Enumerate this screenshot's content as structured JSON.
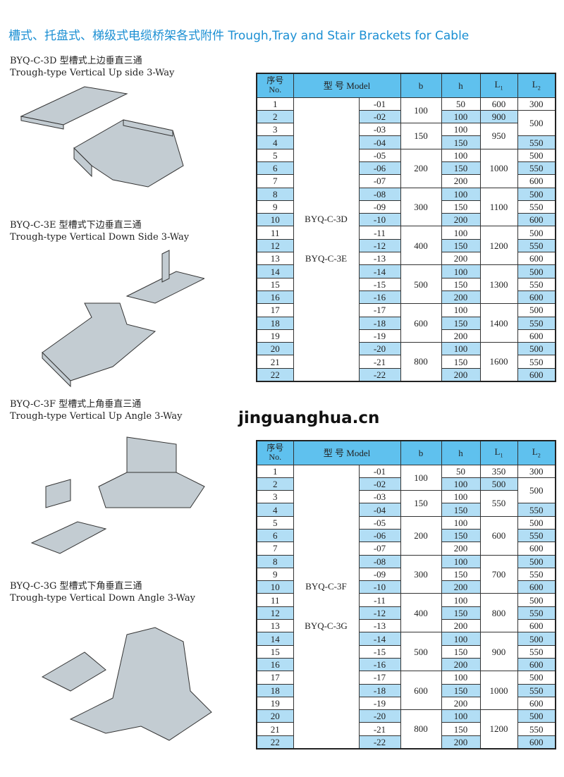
{
  "title": "槽式、托盘式、梯级式电缆桥架各式附件 Trough,Tray and Stair Brackets for Cable",
  "watermark": "jinguanghua.cn",
  "products": [
    {
      "cn": "BYQ-C-3D 型槽式上边垂直三通",
      "en": "Trough-type Vertical Up side 3-Way"
    },
    {
      "cn": "BYQ-C-3E 型槽式下边垂直三通",
      "en": "Trough-type Vertical Down Side 3-Way"
    },
    {
      "cn": "BYQ-C-3F 型槽式上角垂直三通",
      "en": "Trough-type Vertical Up Angle 3-Way"
    },
    {
      "cn": "BYQ-C-3G 型槽式下角垂直三通",
      "en": "Trough-type Vertical Down  Angle 3-Way"
    }
  ],
  "headers": {
    "no_cn": "序号",
    "no_en": "No.",
    "model": "型 号 Model",
    "b": "b",
    "h": "h",
    "l1": "L1",
    "l2": "L2"
  },
  "tables": [
    {
      "models": [
        "BYQ-C-3D",
        "BYQ-C-3E"
      ],
      "rows": [
        [
          "1",
          "-01",
          "50"
        ],
        [
          "2",
          "-02",
          "100"
        ],
        [
          "3",
          "-03",
          "100"
        ],
        [
          "4",
          "-04",
          "150"
        ],
        [
          "5",
          "-05",
          "100"
        ],
        [
          "6",
          "-06",
          "150"
        ],
        [
          "7",
          "-07",
          "200"
        ],
        [
          "8",
          "-08",
          "100"
        ],
        [
          "9",
          "-09",
          "150"
        ],
        [
          "10",
          "-10",
          "200"
        ],
        [
          "11",
          "-11",
          "100"
        ],
        [
          "12",
          "-12",
          "150"
        ],
        [
          "13",
          "-13",
          "200"
        ],
        [
          "14",
          "-14",
          "100"
        ],
        [
          "15",
          "-15",
          "150"
        ],
        [
          "16",
          "-16",
          "200"
        ],
        [
          "17",
          "-17",
          "100"
        ],
        [
          "18",
          "-18",
          "150"
        ],
        [
          "19",
          "-19",
          "200"
        ],
        [
          "20",
          "-20",
          "100"
        ],
        [
          "21",
          "-21",
          "150"
        ],
        [
          "22",
          "-22",
          "200"
        ]
      ],
      "b": [
        [
          "100",
          2
        ],
        [
          "150",
          2
        ],
        [
          "200",
          3
        ],
        [
          "300",
          3
        ],
        [
          "400",
          3
        ],
        [
          "500",
          3
        ],
        [
          "600",
          3
        ],
        [
          "800",
          3
        ]
      ],
      "l1": [
        [
          "600",
          1
        ],
        [
          "900",
          1
        ],
        [
          "950",
          2
        ],
        [
          "1000",
          3
        ],
        [
          "1100",
          3
        ],
        [
          "1200",
          3
        ],
        [
          "1300",
          3
        ],
        [
          "1400",
          3
        ],
        [
          "1600",
          3
        ]
      ],
      "l2": [
        [
          "300",
          1
        ],
        [
          "500",
          2
        ],
        [
          "550",
          1
        ],
        [
          "500",
          1
        ],
        [
          "550",
          1
        ],
        [
          "600",
          1
        ],
        [
          "500",
          1
        ],
        [
          "550",
          1
        ],
        [
          "600",
          1
        ],
        [
          "500",
          1
        ],
        [
          "550",
          1
        ],
        [
          "600",
          1
        ],
        [
          "500",
          1
        ],
        [
          "550",
          1
        ],
        [
          "600",
          1
        ],
        [
          "500",
          1
        ],
        [
          "550",
          1
        ],
        [
          "600",
          1
        ],
        [
          "500",
          1
        ],
        [
          "550",
          1
        ],
        [
          "600",
          1
        ]
      ]
    },
    {
      "models": [
        "BYQ-C-3F",
        "BYQ-C-3G"
      ],
      "rows": [
        [
          "1",
          "-01",
          "50"
        ],
        [
          "2",
          "-02",
          "100"
        ],
        [
          "3",
          "-03",
          "100"
        ],
        [
          "4",
          "-04",
          "150"
        ],
        [
          "5",
          "-05",
          "100"
        ],
        [
          "6",
          "-06",
          "150"
        ],
        [
          "7",
          "-07",
          "200"
        ],
        [
          "8",
          "-08",
          "100"
        ],
        [
          "9",
          "-09",
          "150"
        ],
        [
          "10",
          "-10",
          "200"
        ],
        [
          "11",
          "-11",
          "100"
        ],
        [
          "12",
          "-12",
          "150"
        ],
        [
          "13",
          "-13",
          "200"
        ],
        [
          "14",
          "-14",
          "100"
        ],
        [
          "15",
          "-15",
          "150"
        ],
        [
          "16",
          "-16",
          "200"
        ],
        [
          "17",
          "-17",
          "100"
        ],
        [
          "18",
          "-18",
          "150"
        ],
        [
          "19",
          "-19",
          "200"
        ],
        [
          "20",
          "-20",
          "100"
        ],
        [
          "21",
          "-21",
          "150"
        ],
        [
          "22",
          "-22",
          "200"
        ]
      ],
      "b": [
        [
          "100",
          2
        ],
        [
          "150",
          2
        ],
        [
          "200",
          3
        ],
        [
          "300",
          3
        ],
        [
          "400",
          3
        ],
        [
          "500",
          3
        ],
        [
          "600",
          3
        ],
        [
          "800",
          3
        ]
      ],
      "l1": [
        [
          "350",
          1
        ],
        [
          "500",
          1
        ],
        [
          "550",
          2
        ],
        [
          "600",
          3
        ],
        [
          "700",
          3
        ],
        [
          "800",
          3
        ],
        [
          "900",
          3
        ],
        [
          "1000",
          3
        ],
        [
          "1200",
          3
        ]
      ],
      "l2": [
        [
          "300",
          1
        ],
        [
          "500",
          2
        ],
        [
          "550",
          1
        ],
        [
          "500",
          1
        ],
        [
          "550",
          1
        ],
        [
          "600",
          1
        ],
        [
          "500",
          1
        ],
        [
          "550",
          1
        ],
        [
          "600",
          1
        ],
        [
          "500",
          1
        ],
        [
          "550",
          1
        ],
        [
          "600",
          1
        ],
        [
          "500",
          1
        ],
        [
          "550",
          1
        ],
        [
          "600",
          1
        ],
        [
          "500",
          1
        ],
        [
          "550",
          1
        ],
        [
          "600",
          1
        ],
        [
          "500",
          1
        ],
        [
          "550",
          1
        ],
        [
          "600",
          1
        ]
      ]
    }
  ]
}
